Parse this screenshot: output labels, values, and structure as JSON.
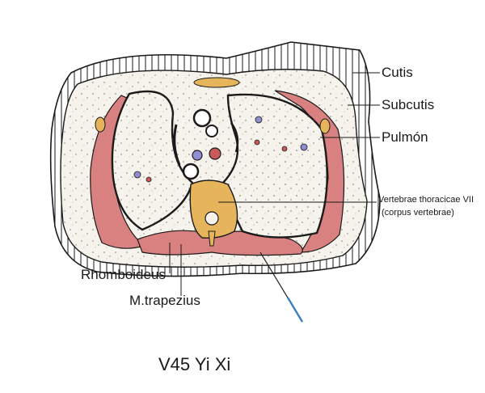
{
  "labels": {
    "cutis": "Cutis",
    "subcutis": "Subcutis",
    "pulmon": "Pulmón",
    "vertebrae_line1": "Vertebrae thoracicae VII",
    "vertebrae_line2": "(corpus vertebrae)",
    "rhomboideus": "Rhomboideus",
    "trapezius": "M.trapezius"
  },
  "title": "V45 Yi Xi",
  "colors": {
    "outline": "#1a1a1a",
    "muscle": "#d98080",
    "fat": "#f2ede2",
    "bone": "#e6b45a",
    "vessel_blue": "#8f8ecf",
    "vessel_red": "#c85a5a",
    "needle": "#3a7fc0"
  }
}
